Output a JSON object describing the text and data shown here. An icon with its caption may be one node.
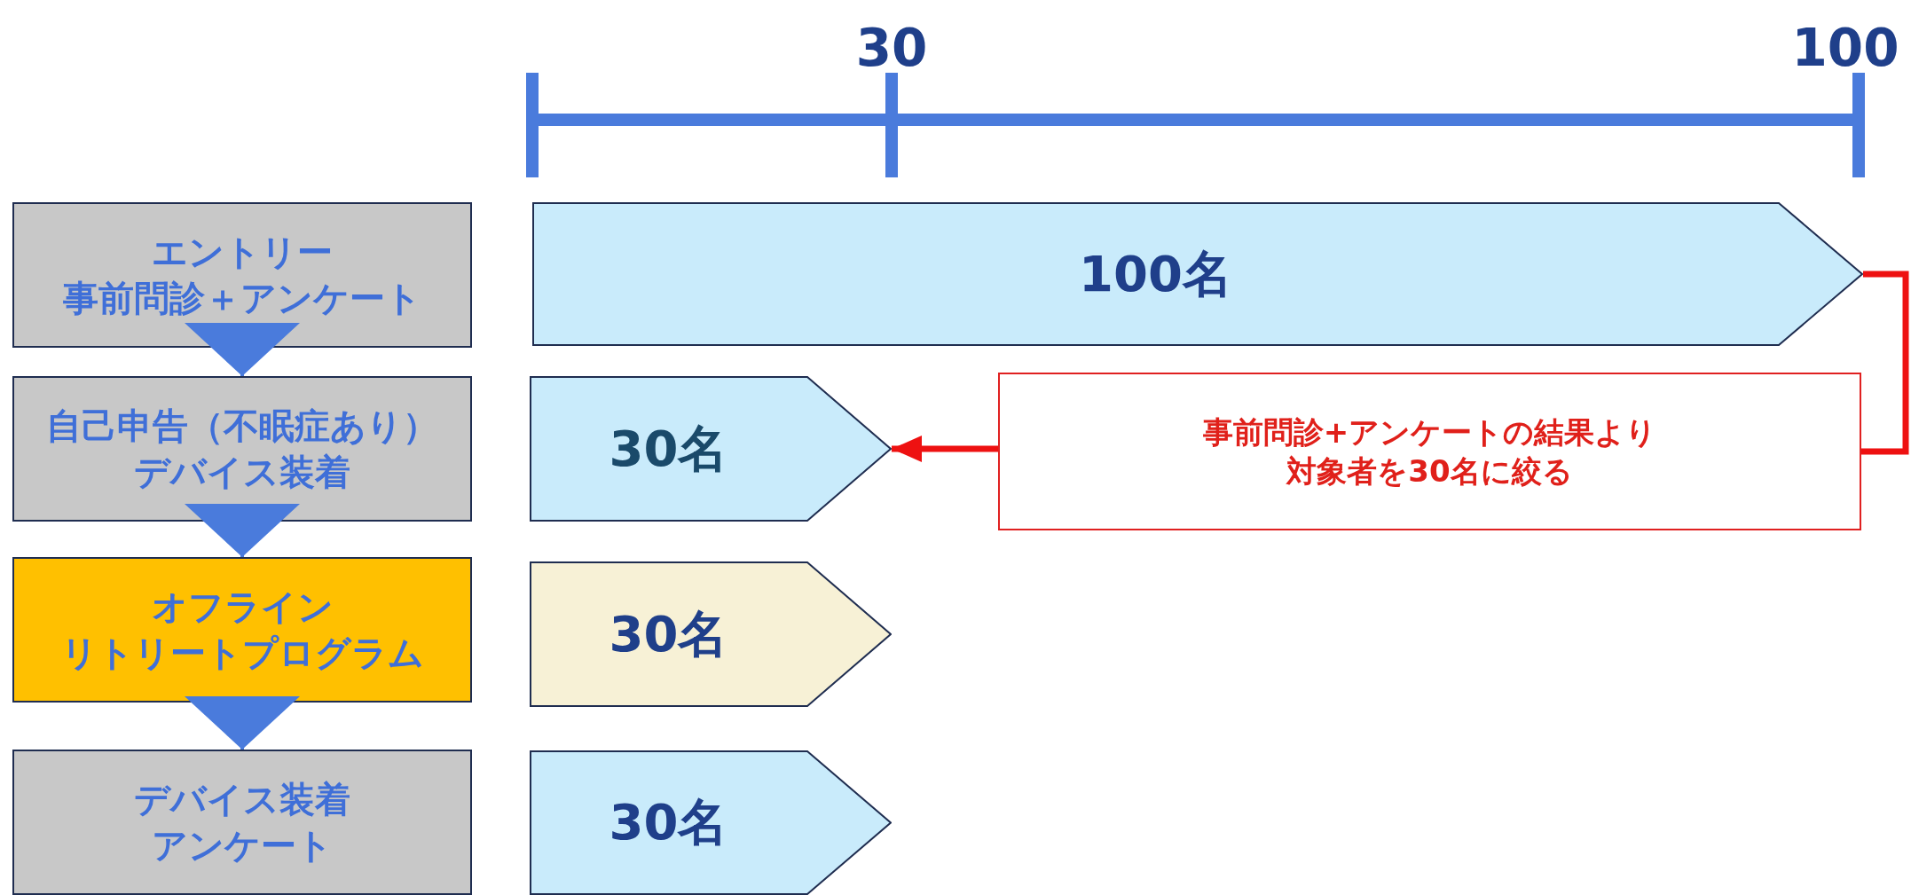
{
  "diagram": {
    "nodes": [
      {
        "text": [
          "エントリー事前問診＋アンケート"
        ]
      },
      {
        "text": [
          "自己申告（不眠症あり）デバイス装着"
        ]
      },
      {
        "text": [
          "オフラインリトリートプログラム"
        ]
      },
      {
        "text": [
          "デバイス装着アンケート"
        ]
      },
      {
        "text": [
          "100名"
        ]
      },
      {
        "text": [
          "30名"
        ]
      },
      {
        "text": [
          "30名"
        ]
      },
      {
        "text": [
          "30名"
        ]
      },
      {
        "text": [
          "事前問診+アンケートの結果より対象者を30名に絞る"
        ]
      }
    ],
    "edges": [
      {
        "from": 0,
        "to": 1,
        "arrow": "to",
        "color": "#4a7bdc"
      },
      {
        "from": 1,
        "to": 2,
        "arrow": "to",
        "color": "#4a7bdc"
      },
      {
        "from": 2,
        "to": 3,
        "arrow": "to",
        "color": "#4a7bdc"
      },
      {
        "from": 4,
        "to": 8,
        "arrow": "none",
        "color": "#ee1111"
      },
      {
        "from": 8,
        "to": 5,
        "arrow": "to",
        "color": "#ee1111"
      }
    ],
    "labels": [
      "30",
      "100"
    ]
  }
}
